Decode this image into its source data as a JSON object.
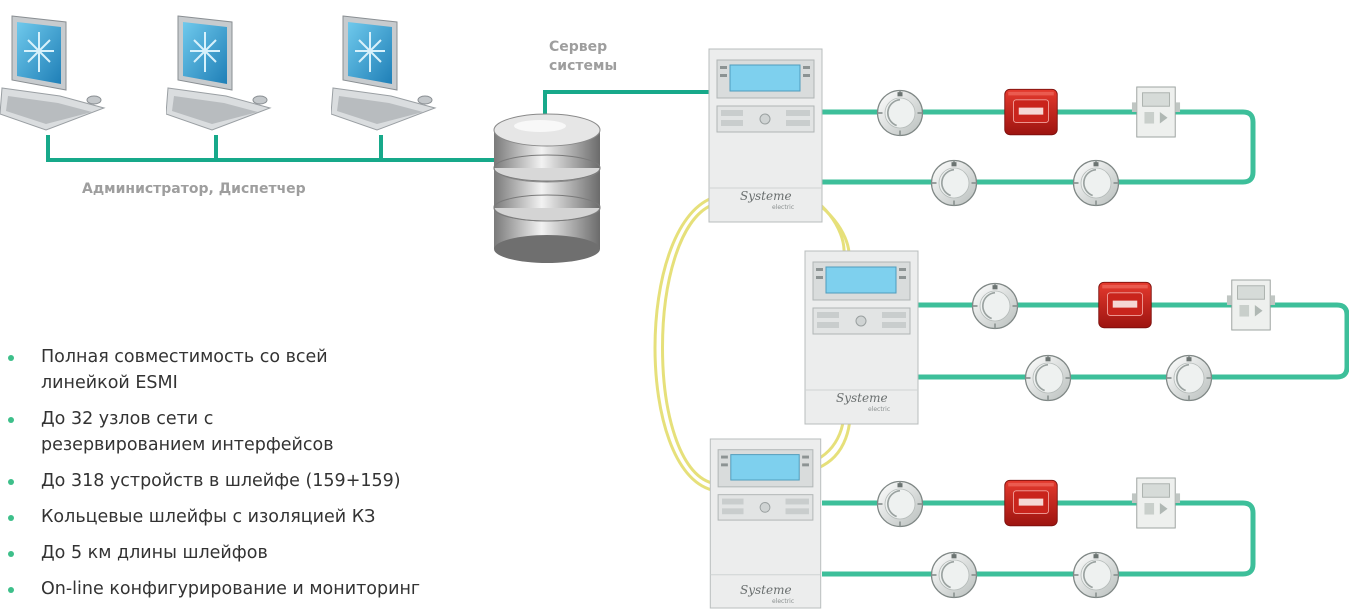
{
  "labels": {
    "server": [
      "Сервер",
      "системы"
    ],
    "operators": "Администратор, Диспетчер"
  },
  "panel": {
    "brand": "Systeme",
    "sub": "electric"
  },
  "features": [
    "Полная совместимость со всей линейкой ESMI",
    "До 32 узлов сети с резервированием интерфейсов",
    "До 318 устройств в шлейфе (159+159)",
    "Кольцевые шлейфы с изоляцией КЗ",
    "До 5 км длины шлейфов",
    "On-line конфигурирование и мониторинг"
  ],
  "colors": {
    "loop_line": "#3dbf9a",
    "network_line": "#17a98a",
    "ring_line": "#e6e07a",
    "bullet": "#3dbf8a",
    "caption": "#9e9e9e",
    "text": "#333333"
  },
  "icons": {
    "workstation": "computer-workstation-icon",
    "server": "database-server-icon",
    "panel": "fire-alarm-control-panel-icon",
    "detector": "smoke-detector-icon",
    "call_point": "manual-call-point-icon",
    "module": "io-module-icon"
  }
}
